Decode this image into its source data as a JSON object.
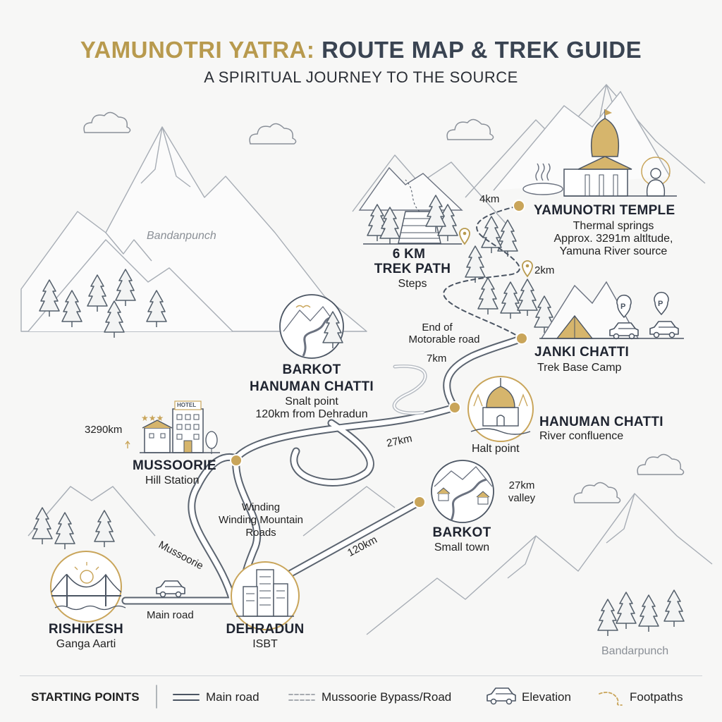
{
  "header": {
    "title_part1": "YAMUNOTRI YATRA:",
    "title_part2": "ROUTE MAP & TREK GUIDE",
    "subtitle": "A SPIRITUAL JOURNEY TO THE SOURCE"
  },
  "colors": {
    "gold": "#b89a4e",
    "dark": "#3a4452",
    "line": "#6b7280",
    "accent_gold": "#c9a55a"
  },
  "peaks": {
    "left": "Bandanpunch",
    "right": "Bandarpunch"
  },
  "stops": {
    "yamunotri": {
      "name": "YAMUNOTRI TEMPLE",
      "d1": "Thermal springs",
      "d2": "Approx. 3291m altltude,",
      "d3": "Yamuna River source"
    },
    "trek": {
      "n1": "6 KM",
      "n2": "TREK PATH",
      "d1": "Steps"
    },
    "janki": {
      "name": "JANKI CHATTI",
      "d1": "Trek Base Camp"
    },
    "hanuman": {
      "name": "HANUMAN CHATTI",
      "d1": "River confluence",
      "d2": "Halt point"
    },
    "barkot_hc": {
      "n1": "BARKOT",
      "n2": "HANUMAN CHATTI",
      "d1": "Snalt point",
      "d2": "120km from Dehradun"
    },
    "mussoorie": {
      "name": "MUSSOORIE",
      "d1": "Hill Station",
      "hotel": "HOTEL"
    },
    "barkot": {
      "name": "BARKOT",
      "d1": "Small town",
      "d2a": "27km",
      "d2b": "valley"
    },
    "dehradun": {
      "name": "DEHRADUN",
      "d1": "ISBT"
    },
    "rishikesh": {
      "name": "RISHIKESH",
      "d1": "Ganga Aarti"
    }
  },
  "distances": {
    "d_4km": "4km",
    "d_2km": "2km",
    "end_road_1": "End of",
    "end_road_2": "Motorable road",
    "d_7km": "7km",
    "d_27km": "27km",
    "d_120km": "120km",
    "elev": "3290km",
    "winding_1": "Winding",
    "winding_2": "Winding Mountain",
    "winding_3": "Roads",
    "mussoorie_road": "Mussoorie",
    "main_road": "Main road"
  },
  "legend": {
    "title": "STARTING POINTS",
    "main_road": "Main road",
    "bypass": "Mussoorie Bypass/Road",
    "elevation": "Elevation",
    "footpaths": "Footpaths"
  }
}
